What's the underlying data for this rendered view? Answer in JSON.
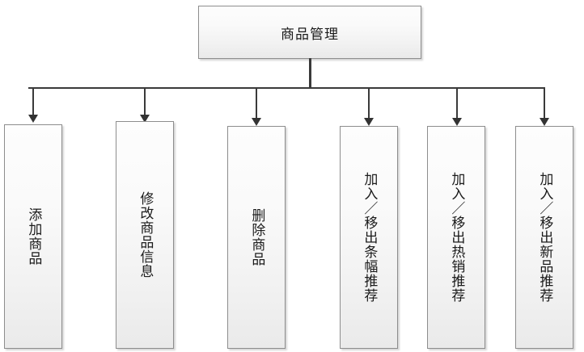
{
  "diagram": {
    "title": "商品管理",
    "root": {
      "label": "商品管理"
    },
    "children": [
      {
        "label": "添加商品"
      },
      {
        "label": "修改商品信息"
      },
      {
        "label": "删除商品"
      },
      {
        "label": "加入／移出条幅推荐"
      },
      {
        "label": "加入／移出热销推荐"
      },
      {
        "label": "加入／移出新品推荐"
      }
    ],
    "colors": {
      "background": "#ffffff",
      "box_border": "#8d8d8d",
      "box_fill_top": "#fdfdfd",
      "box_fill_bottom": "#eaeaea",
      "connector": "#3a3a3a",
      "text": "#1b1b1b"
    }
  }
}
